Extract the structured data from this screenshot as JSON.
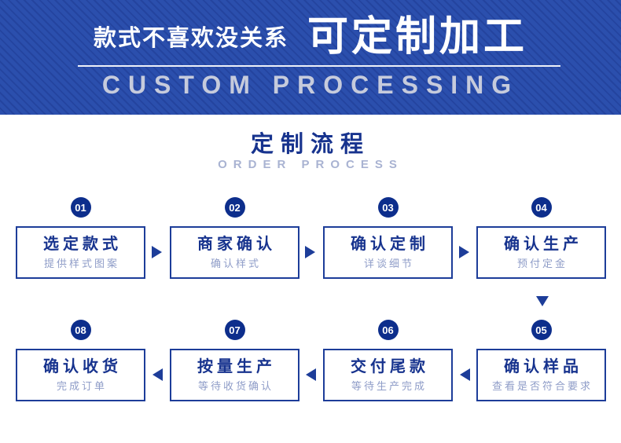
{
  "banner": {
    "tagline": "款式不喜欢没关系",
    "headline": "可定制加工",
    "subheadline": "CUSTOM PROCESSING"
  },
  "section": {
    "title": "定制流程",
    "subtitle": "ORDER PROCESS"
  },
  "colors": {
    "banner_bg": "#2b4fad",
    "banner_stripe": "#24449f",
    "navy_text": "#17338e",
    "circle_bg": "#0d2e8c",
    "box_border": "#1d3d99",
    "step_subtitle": "#8f9dc8",
    "banner_subheadline": "#c6cbdc",
    "section_subtitle": "#a9b3d2"
  },
  "flow": {
    "steps": [
      {
        "num": "01",
        "title": "选定款式",
        "sub": "提供样式图案"
      },
      {
        "num": "02",
        "title": "商家确认",
        "sub": "确认样式"
      },
      {
        "num": "03",
        "title": "确认定制",
        "sub": "详谈细节"
      },
      {
        "num": "04",
        "title": "确认生产",
        "sub": "预付定金"
      },
      {
        "num": "05",
        "title": "确认样品",
        "sub": "查看是否符合要求"
      },
      {
        "num": "06",
        "title": "交付尾款",
        "sub": "等待生产完成"
      },
      {
        "num": "07",
        "title": "按量生产",
        "sub": "等待收货确认"
      },
      {
        "num": "08",
        "title": "确认收货",
        "sub": "完成订单"
      }
    ]
  }
}
